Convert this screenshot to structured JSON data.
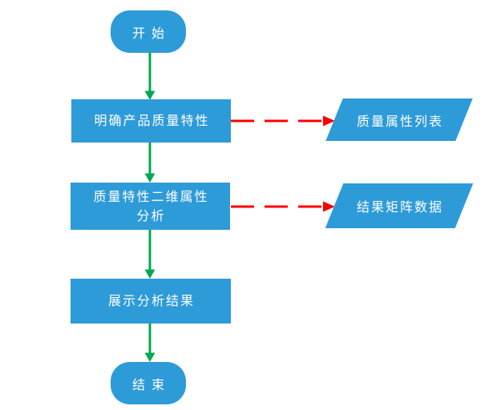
{
  "diagram": {
    "type": "flowchart",
    "background": "#FFFFFF",
    "nodes": [
      {
        "id": "start",
        "shape": "terminator",
        "label": "开始"
      },
      {
        "id": "step1",
        "shape": "process",
        "label": "明确产品质量特性"
      },
      {
        "id": "data1",
        "shape": "parallelogram",
        "label": "质量属性列表"
      },
      {
        "id": "step2",
        "shape": "process",
        "label": "质量特性二维属性\n分析"
      },
      {
        "id": "data2",
        "shape": "parallelogram",
        "label": "结果矩阵数据"
      },
      {
        "id": "step3",
        "shape": "process",
        "label": "展示分析结果"
      },
      {
        "id": "end",
        "shape": "terminator",
        "label": "结束"
      }
    ],
    "edges": [
      {
        "from": "start",
        "to": "step1",
        "style": "solid",
        "direction": "down",
        "color": "#00A84F"
      },
      {
        "from": "step1",
        "to": "data1",
        "style": "dashed",
        "direction": "right",
        "color": "#FF0000"
      },
      {
        "from": "step1",
        "to": "step2",
        "style": "solid",
        "direction": "down",
        "color": "#00A84F"
      },
      {
        "from": "step2",
        "to": "data2",
        "style": "dashed",
        "direction": "right",
        "color": "#FF0000"
      },
      {
        "from": "step2",
        "to": "step3",
        "style": "solid",
        "direction": "down",
        "color": "#00A84F"
      },
      {
        "from": "step3",
        "to": "end",
        "style": "solid",
        "direction": "down",
        "color": "#00A84F"
      }
    ],
    "colors": {
      "node_fill": "#2E9BD9",
      "node_text": "#FFFFFF",
      "flow_arrow": "#00A84F",
      "output_arrow": "#FF0000"
    }
  }
}
